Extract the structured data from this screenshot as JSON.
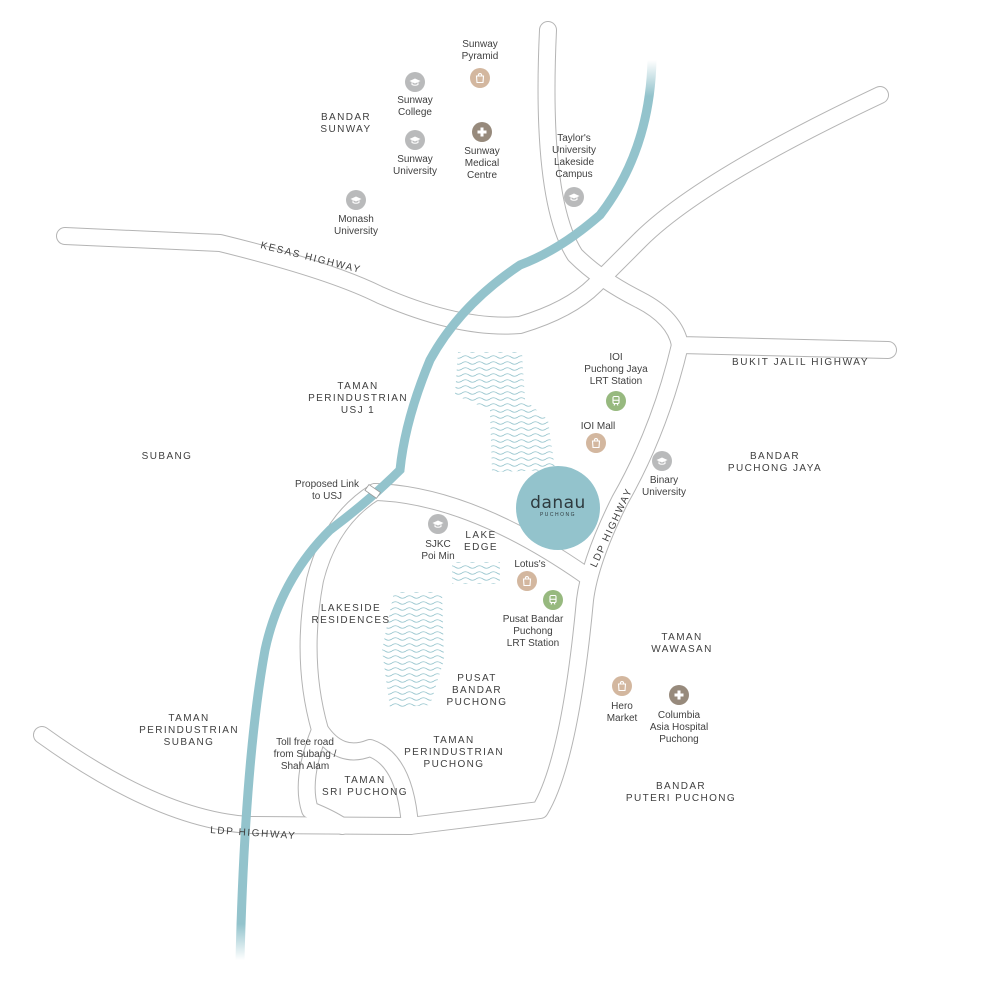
{
  "brand": {
    "name": "danau",
    "subtitle": "PUCHONG",
    "color": "#93c3cc"
  },
  "colors": {
    "river": "#93c3cc",
    "road_outline": "#b4b4b4",
    "lake": "#93c3cc",
    "education": "#b9babb",
    "shopping": "#d3b79f",
    "medical": "#978a7c",
    "rail": "#97b97f"
  },
  "roads": {
    "kesas": "KESAS HIGHWAY",
    "bukit_jalil": "BUKIT JALIL HIGHWAY",
    "ldp_east": "LDP HIGHWAY",
    "ldp_south": "LDP HIGHWAY"
  },
  "areas": {
    "bandar_sunway": "BANDAR\nSUNWAY",
    "taman_usj1": "TAMAN\nPERINDUSTRIAN\nUSJ 1",
    "subang": "SUBANG",
    "bandar_puchong_jaya": "BANDAR\nPUCHONG JAYA",
    "lake_edge": "LAKE\nEDGE",
    "lakeside": "LAKESIDE\nRESIDENCES",
    "pusat_bandar": "PUSAT\nBANDAR\nPUCHONG",
    "taman_wawasan": "TAMAN\nWAWASAN",
    "taman_subang": "TAMAN\nPERINDUSTRIAN\nSUBANG",
    "taman_puchong": "TAMAN\nPERINDUSTRIAN\nPUCHONG",
    "taman_sri": "TAMAN\nSRI PUCHONG",
    "bandar_puteri": "BANDAR\nPUTERI PUCHONG"
  },
  "notes": {
    "proposed_link": "Proposed Link\nto USJ",
    "toll_free": "Toll free road\nfrom Subang /\nShah Alam"
  },
  "pois": {
    "sunway_pyramid": {
      "label": "Sunway\nPyramid",
      "icon": "shopping-bag-icon"
    },
    "sunway_college": {
      "label": "Sunway\nCollege",
      "icon": "graduation-cap-icon"
    },
    "sunway_university": {
      "label": "Sunway\nUniversity",
      "icon": "graduation-cap-icon"
    },
    "sunway_medical": {
      "label": "Sunway\nMedical\nCentre",
      "icon": "medical-cross-icon"
    },
    "monash": {
      "label": "Monash\nUniversity",
      "icon": "graduation-cap-icon"
    },
    "taylors": {
      "label": "Taylor's\nUniversity\nLakeside\nCampus",
      "icon": "graduation-cap-icon"
    },
    "ioi_lrt": {
      "label": "IOI\nPuchong Jaya\nLRT Station",
      "icon": "train-icon"
    },
    "ioi_mall": {
      "label": "IOI Mall",
      "icon": "shopping-bag-icon"
    },
    "binary": {
      "label": "Binary\nUniversity",
      "icon": "graduation-cap-icon"
    },
    "sjkc": {
      "label": "SJKC\nPoi Min",
      "icon": "graduation-cap-icon"
    },
    "lotus": {
      "label": "Lotus's",
      "icon": "shopping-bag-icon"
    },
    "pusat_lrt": {
      "label": "Pusat Bandar\nPuchong\nLRT Station",
      "icon": "train-icon"
    },
    "hero": {
      "label": "Hero\nMarket",
      "icon": "shopping-bag-icon"
    },
    "columbia": {
      "label": "Columbia\nAsia Hospital\nPuchong",
      "icon": "medical-cross-icon"
    }
  }
}
